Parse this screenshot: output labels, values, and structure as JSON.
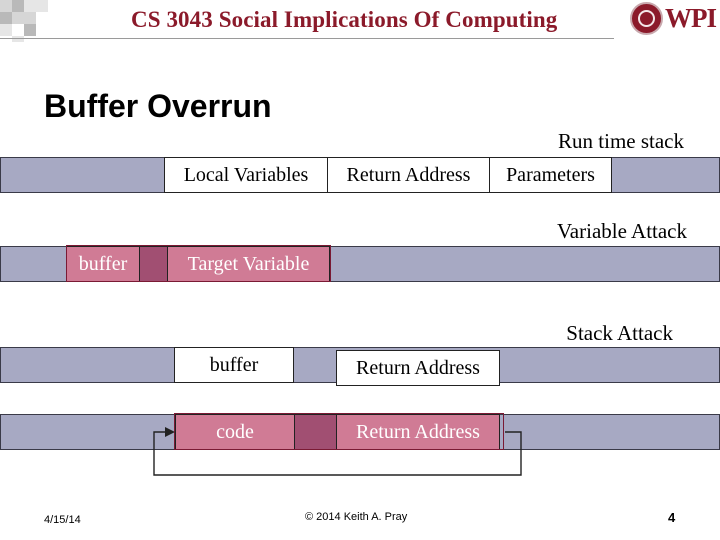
{
  "header": {
    "course": "CS 3043 Social Implications Of Computing",
    "logo_text": "WPI"
  },
  "slide": {
    "title": "Buffer Overrun"
  },
  "diagram": {
    "run_time_stack": {
      "label": "Run time stack",
      "cells": [
        "Local Variables",
        "Return Address",
        "Parameters"
      ]
    },
    "variable_attack": {
      "label": "Variable Attack",
      "cells": [
        "buffer",
        "Target Variable"
      ]
    },
    "stack_attack": {
      "label": "Stack Attack",
      "before_cells": [
        "buffer",
        "Return Address"
      ],
      "after_cells": [
        "code",
        "Return Address"
      ]
    }
  },
  "footer": {
    "date": "4/15/14",
    "copyright": "© 2014 Keith A. Pray",
    "page": "4"
  },
  "colors": {
    "brand": "#8b1a2a",
    "stack_band": "#a7a9c3",
    "overflow_fill": "#d07b95",
    "overflow_dark": "#a14f72"
  }
}
